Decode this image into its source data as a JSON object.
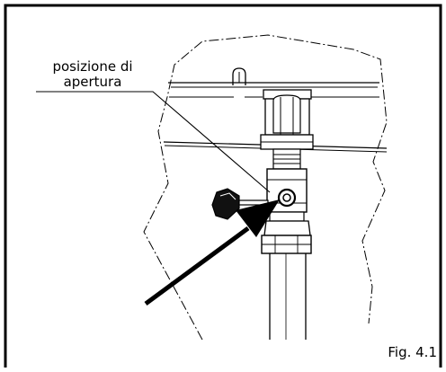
{
  "figure": {
    "callout_line1": "posizione di",
    "callout_line2": "apertura",
    "label": "Fig. 4.1"
  },
  "colors": {
    "ink": "#000000",
    "background": "#ffffff"
  }
}
